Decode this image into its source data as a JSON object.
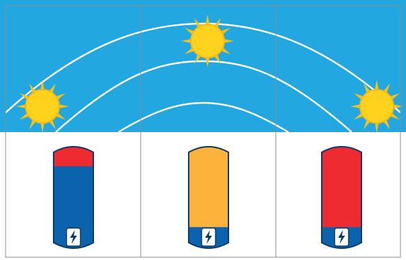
{
  "colors": {
    "sky": "#22A7E0",
    "ground": "#FFFFFF",
    "arc": "#FFFFFF",
    "border": "#8C8C8C",
    "sun_core": "#FFD21E",
    "sun_rays": "#F7C117",
    "sun_outline": "#F5B817",
    "cell_outline": "#0E3A66",
    "hot": "#EE2B30",
    "warm": "#FDB33B",
    "cool": "#0B63AD",
    "icon_bg": "#FFFFFF",
    "icon_stroke": "#0E3A66"
  },
  "panels": [
    {
      "id": "morning",
      "sun_icon": "sun-icon",
      "cell_icon": "battery-icon",
      "levels": [
        {
          "name": "cool",
          "fraction": 0.78,
          "color_key": "cool"
        },
        {
          "name": "hot",
          "fraction": 0.22,
          "color_key": "hot"
        }
      ]
    },
    {
      "id": "noon",
      "sun_icon": "sun-icon",
      "cell_icon": "battery-icon",
      "levels": [
        {
          "name": "cool",
          "fraction": 0.24,
          "color_key": "cool"
        },
        {
          "name": "warm",
          "fraction": 0.76,
          "color_key": "warm"
        }
      ]
    },
    {
      "id": "evening",
      "sun_icon": "sun-icon",
      "cell_icon": "battery-icon",
      "levels": [
        {
          "name": "cool",
          "fraction": 0.24,
          "color_key": "cool"
        },
        {
          "name": "hot",
          "fraction": 0.76,
          "color_key": "hot"
        }
      ]
    }
  ]
}
